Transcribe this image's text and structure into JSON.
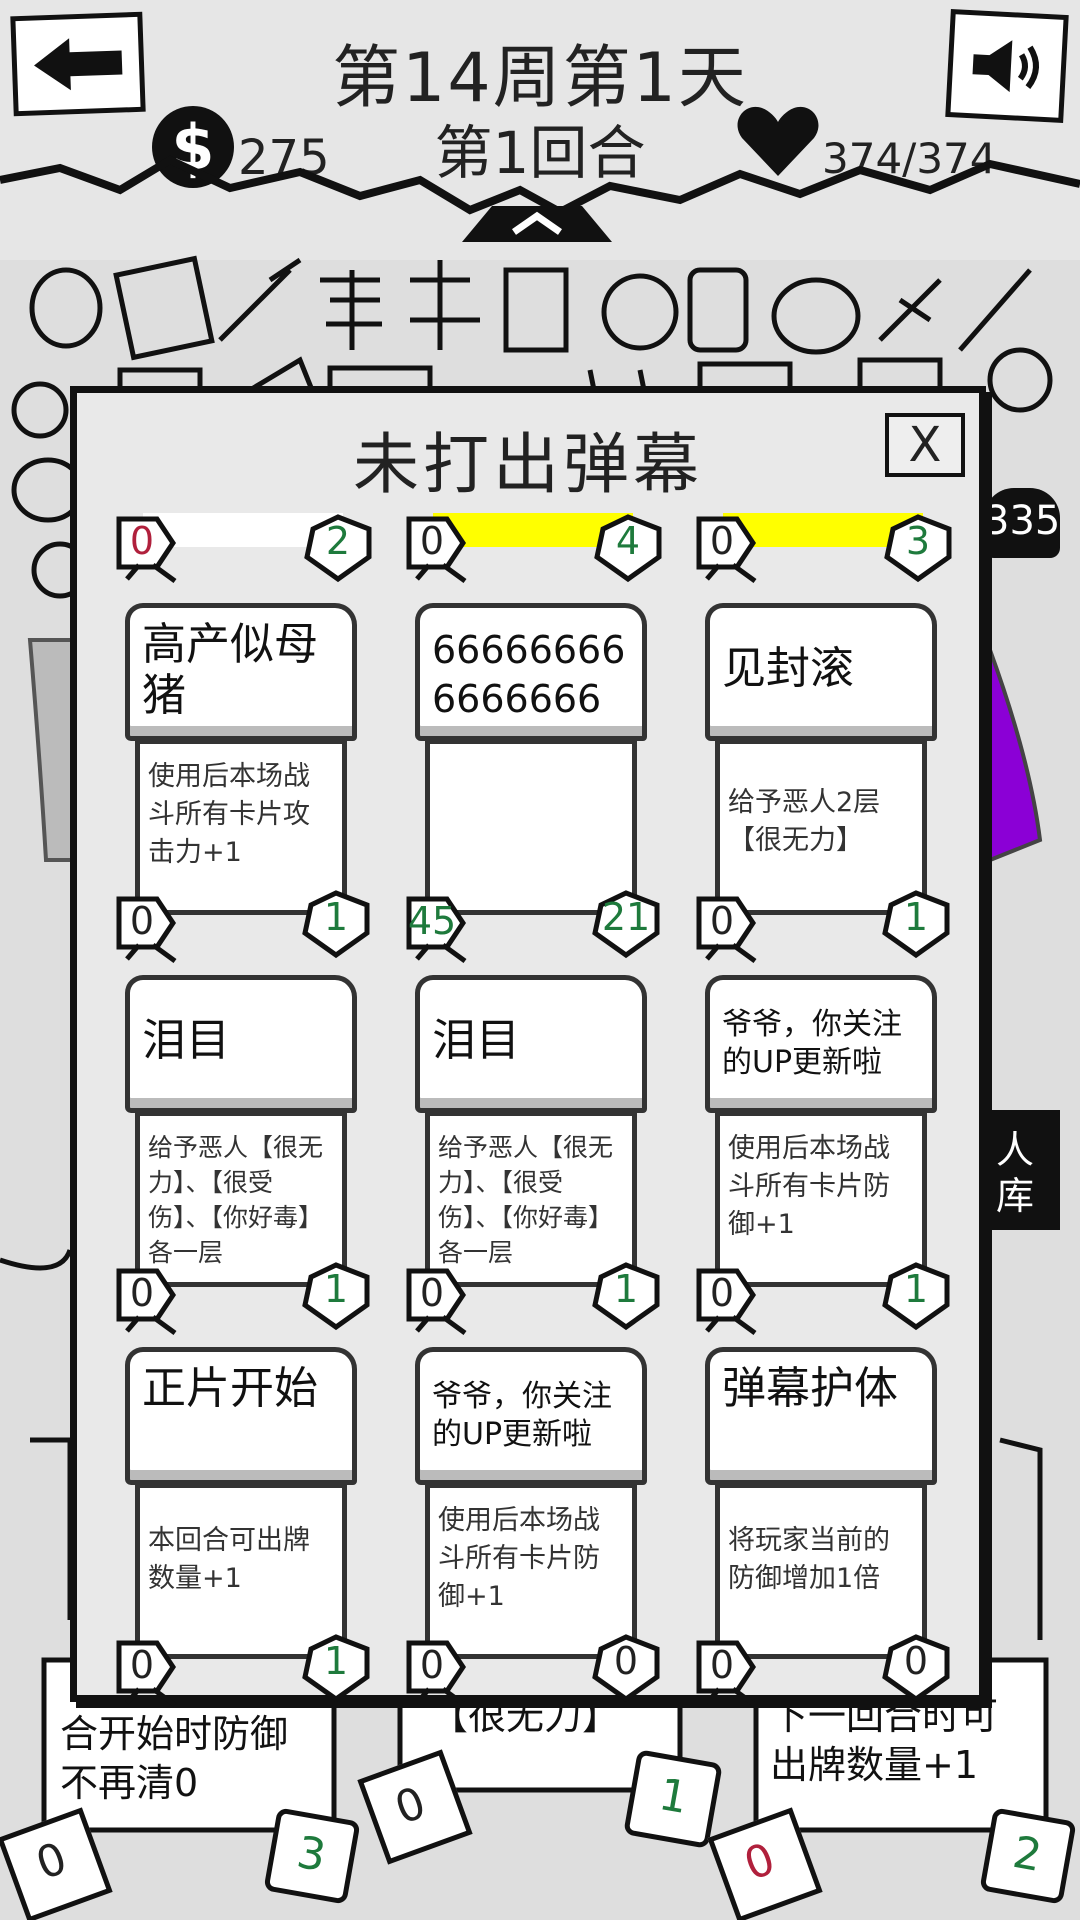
{
  "header": {
    "week_day": "第14周第1天",
    "round": "第1回合",
    "money": "275",
    "hp": "374/374"
  },
  "modal": {
    "title": "未打出弹幕",
    "close_label": "X",
    "top_row": [
      {
        "cost": "0",
        "value": "2",
        "cost_color": "red",
        "strip": "#ffffff"
      },
      {
        "cost": "0",
        "value": "4",
        "cost_color": "dark",
        "strip": "#ffff00"
      },
      {
        "cost": "0",
        "value": "3",
        "cost_color": "dark",
        "strip": "#ffff00"
      }
    ],
    "cards": [
      {
        "name": "高产似母猪",
        "desc": "使用后本场战斗所有卡片攻击力+1",
        "cost": "0",
        "value": "1"
      },
      {
        "name": "666666666666666",
        "desc": "",
        "cost": "45",
        "value": "21"
      },
      {
        "name": "见封滚",
        "desc": "给予恶人2层【很无力】",
        "cost": "0",
        "value": "1"
      },
      {
        "name": "泪目",
        "desc": "给予恶人【很无力】、【很受伤】、【你好毒】各一层",
        "cost": "0",
        "value": "1"
      },
      {
        "name": "泪目",
        "desc": "给予恶人【很无力】、【很受伤】、【你好毒】各一层",
        "cost": "0",
        "value": "1"
      },
      {
        "name": "爷爷，你关注的UP更新啦",
        "desc": "使用后本场战斗所有卡片防御+1",
        "cost": "0",
        "value": "1"
      },
      {
        "name": "正片开始",
        "desc": "本回合可出牌数量+1",
        "cost": "0",
        "value": "1"
      },
      {
        "name": "爷爷，你关注的UP更新啦",
        "desc": "使用后本场战斗所有卡片防御+1",
        "cost": "0",
        "value": "0"
      },
      {
        "name": "弹幕护体",
        "desc": "将玩家当前的防御增加1倍",
        "cost": "0",
        "value": "0"
      }
    ]
  },
  "background": {
    "left_text": "合开始时防御不再清0",
    "mid_text": "【很无力】",
    "right_text": "下一回合时可出牌数量+1",
    "left_cost": "0",
    "left_value": "3",
    "mid_cost": "0",
    "mid_value": "1",
    "right_cost": "0",
    "right_value": "2",
    "enemy_hp": "335",
    "side_label": "人库"
  },
  "colors": {
    "accent_yellow": "#ffff00",
    "value_green": "#1e7a3c",
    "cost_red": "#b0203c",
    "purple": "#8b00d6"
  },
  "icons": [
    "back-arrow-icon",
    "speaker-icon",
    "coin-icon",
    "heart-icon",
    "chevron-up-icon",
    "close-icon"
  ]
}
